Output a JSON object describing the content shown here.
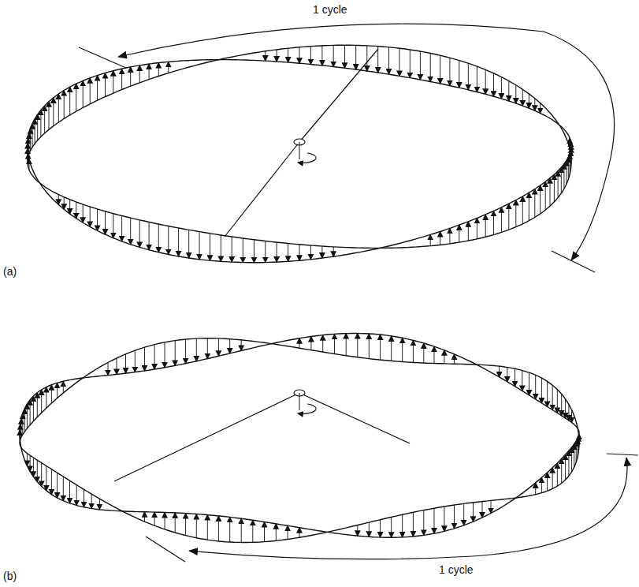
{
  "diagram": {
    "labels": [
      "1 cycle",
      "(a)",
      "1 cycle",
      "(b)"
    ]
  }
}
